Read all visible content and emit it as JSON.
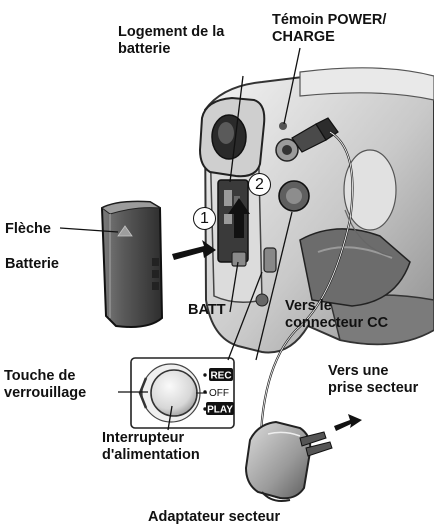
{
  "labels": {
    "battery_slot": "Logement de la\nbatterie",
    "power_lamp": "Témoin POWER/\nCHARGE",
    "arrow": "Flèche",
    "battery": "Batterie",
    "batt": "BATT",
    "dc_connector": "Vers le\nconnecteur CC",
    "ac_outlet": "Vers une\nprise secteur",
    "lock_button": "Touche de\nverrouillage",
    "power_switch": "Interrupteur\nd'alimentation",
    "ac_adapter": "Adaptateur secteur"
  },
  "steps": [
    "1",
    "2"
  ],
  "switch_positions": [
    "REC",
    "OFF",
    "PLAY"
  ]
}
